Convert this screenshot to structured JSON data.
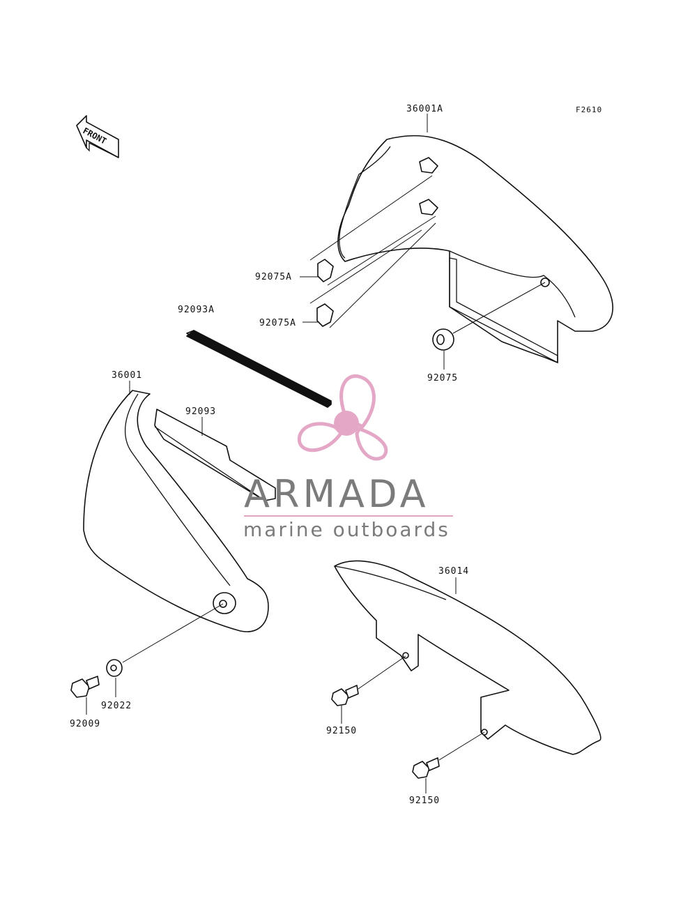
{
  "diagram": {
    "code": "F2610",
    "front_label": "FRONT",
    "parts": {
      "cover_top": "36001A",
      "clip_upper": "92075A",
      "clip_lower": "92075A",
      "strip_top": "92093A",
      "grommet": "92075",
      "cover_left": "36001",
      "strip_left": "92093",
      "guard_right": "36014",
      "washer": "92022",
      "bolt_left": "92009",
      "bolt_mid": "92150",
      "bolt_bottom": "92150"
    }
  },
  "watermark": {
    "title": "ARMADA",
    "subtitle": "marine outboards",
    "colors": {
      "logo_pink": "#e3a3c4",
      "text_gray": "#7b7b7b"
    }
  }
}
